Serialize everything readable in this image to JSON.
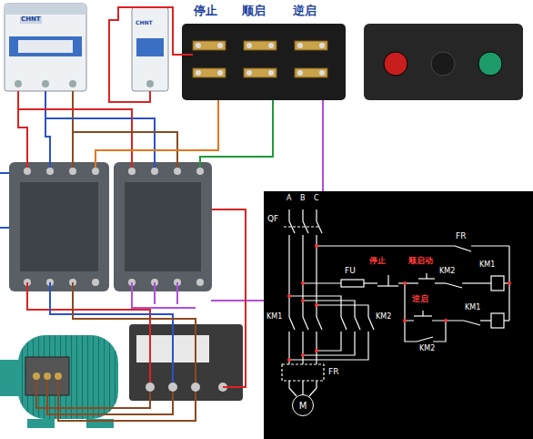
{
  "diagram": {
    "nodes": [
      {
        "text": [
          "M"
        ]
      }
    ],
    "labels": [
      "停止",
      "顺启",
      "逆启",
      "CHNT",
      "CHNT",
      "A",
      "B",
      "C",
      "QF",
      "FR",
      "FU",
      "停止",
      "顺启动",
      "KM2",
      "KM1",
      "逆启",
      "KM1",
      "KM2",
      "KM1",
      "KM2",
      "FR"
    ]
  }
}
